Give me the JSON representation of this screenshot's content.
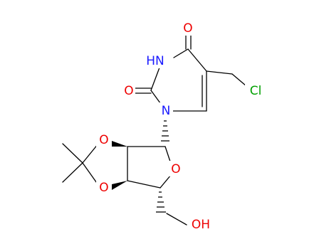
{
  "molecule": {
    "atoms": {
      "o_carbonyl_top": {
        "label": "O",
        "color": "#ee0000"
      },
      "o_carbonyl_left": {
        "label": "O",
        "color": "#ee0000"
      },
      "nh": {
        "label": "HN",
        "color": "#1a1aff"
      },
      "n_ring": {
        "label": "N",
        "color": "#1a1aff"
      },
      "cl": {
        "label": "Cl",
        "color": "#00a000"
      },
      "o_dioxolane_top": {
        "label": "O",
        "color": "#ee0000"
      },
      "o_dioxolane_bottom": {
        "label": "O",
        "color": "#ee0000"
      },
      "o_furanose": {
        "label": "O",
        "color": "#ee0000"
      },
      "oh": {
        "label": "OH",
        "color": "#ee0000"
      }
    },
    "bond_color": "#000000"
  }
}
